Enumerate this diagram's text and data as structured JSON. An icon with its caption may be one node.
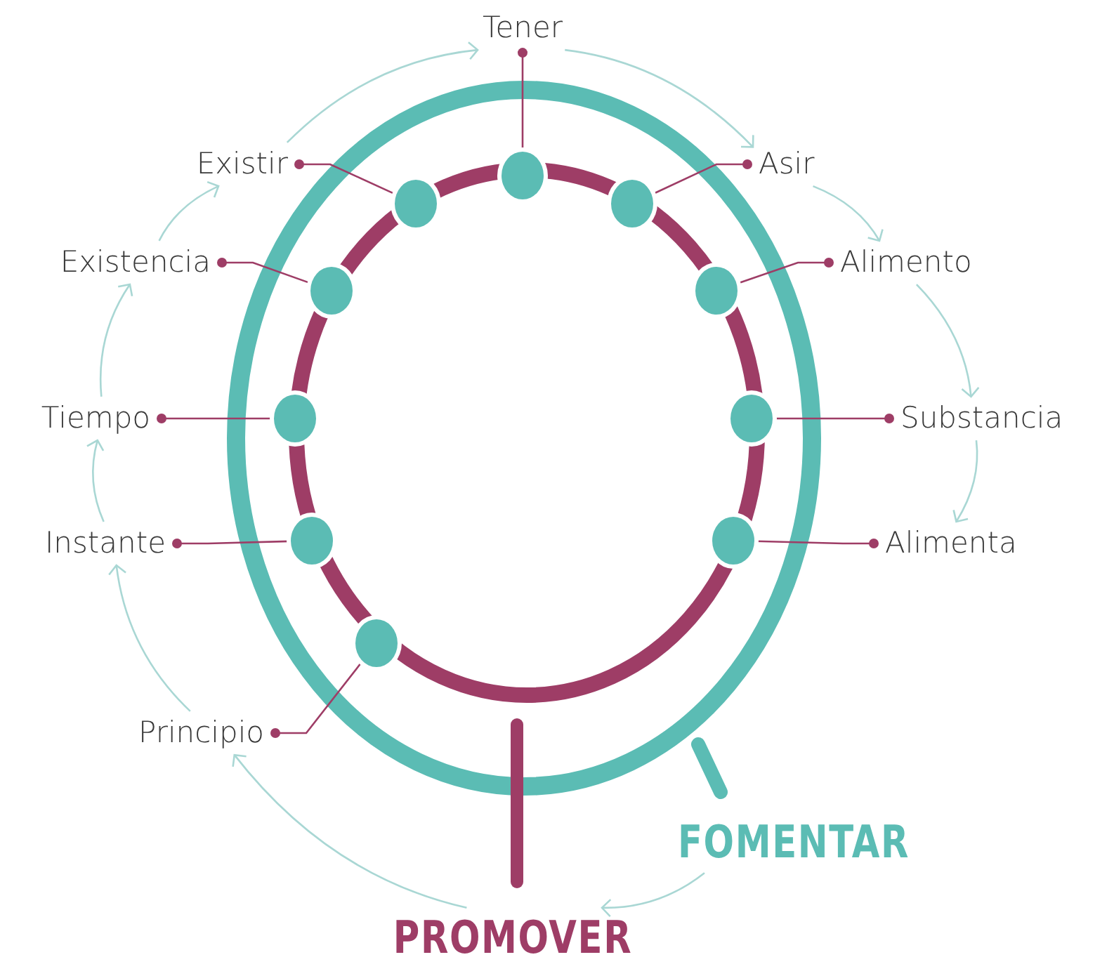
{
  "diagram": {
    "nodes": [
      {
        "text": [
          "FOMENTAR"
        ]
      },
      {
        "text": [
          "PROMOVER"
        ]
      },
      {
        "text": [
          "Tener"
        ]
      },
      {
        "text": [
          "Existir"
        ]
      },
      {
        "text": [
          "Asir"
        ]
      },
      {
        "text": [
          "Existencia"
        ]
      },
      {
        "text": [
          "Alimento"
        ]
      },
      {
        "text": [
          "Tiempo"
        ]
      },
      {
        "text": [
          "Substancia"
        ]
      },
      {
        "text": [
          "Instante"
        ]
      },
      {
        "text": [
          "Alimenta"
        ]
      },
      {
        "text": [
          "Principio"
        ]
      },
      {
        "text": [],
        "shape": "circle"
      },
      {
        "text": [],
        "shape": "circle"
      },
      {
        "text": [],
        "shape": "circle"
      },
      {
        "text": [],
        "shape": "circle"
      },
      {
        "text": [],
        "shape": "circle"
      },
      {
        "text": [],
        "shape": "circle"
      },
      {
        "text": [],
        "shape": "circle"
      },
      {
        "text": [],
        "shape": "circle"
      },
      {
        "text": [],
        "shape": "circle"
      },
      {
        "text": [],
        "shape": "circle"
      }
    ],
    "edges": [
      {
        "from": 2,
        "to": 12,
        "arrow": "other",
        "color": "#9e3d66"
      },
      {
        "from": 3,
        "to": 13,
        "arrow": "other",
        "color": "#9e3d66"
      },
      {
        "from": 4,
        "to": 14,
        "arrow": "other",
        "color": "#9e3d66"
      },
      {
        "from": 5,
        "to": 15,
        "arrow": "other",
        "color": "#9e3d66"
      },
      {
        "from": 6,
        "to": 16,
        "arrow": "other",
        "color": "#9e3d66"
      },
      {
        "from": 7,
        "to": 17,
        "arrow": "other",
        "color": "#9e3d66"
      },
      {
        "from": 8,
        "to": 18,
        "arrow": "other",
        "color": "#9e3d66"
      },
      {
        "from": 9,
        "to": 19,
        "arrow": "other",
        "color": "#9e3d66"
      },
      {
        "from": 10,
        "to": 20,
        "arrow": "other",
        "color": "#9e3d66"
      },
      {
        "from": 11,
        "to": 21,
        "arrow": "other",
        "color": "#9e3d66"
      },
      {
        "from": 0,
        "to": 1,
        "arrow": "to"
      },
      {
        "from": 1,
        "to": 11,
        "arrow": "to"
      },
      {
        "from": 11,
        "to": 9,
        "arrow": "to"
      },
      {
        "from": 9,
        "to": 7,
        "arrow": "to"
      },
      {
        "from": 7,
        "to": 5,
        "arrow": "to"
      },
      {
        "from": 5,
        "to": 3,
        "arrow": "to"
      },
      {
        "from": 3,
        "to": 2,
        "arrow": "to"
      },
      {
        "from": 2,
        "to": 4,
        "arrow": "to"
      },
      {
        "from": 4,
        "to": 6,
        "arrow": "to"
      },
      {
        "from": 6,
        "to": 8,
        "arrow": "to"
      },
      {
        "from": 8,
        "to": 10,
        "arrow": "to"
      }
    ]
  }
}
